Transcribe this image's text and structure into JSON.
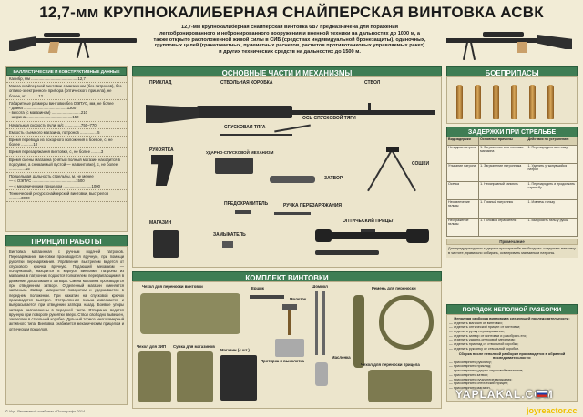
{
  "title": "12,7-мм КРУПНОКАЛИБЕРНАЯ СНАЙПЕРСКАЯ ВИНТОВКА АСВК",
  "intro": "12,7-мм крупнокалиберная снайперская винтовка 6В7 предназначена для поражения легкобронированного и небронированного вооружения и военной техники на дальностях до 1000 м, а также открыто расположенной живой силы в СИБ (средствах индивидуальной бронезащиты), одиночных, групповых целей (гранатометных, пулеметных расчетов, расчетов противотанковых управляемых ракет) и других технических средств на дальностях до 1500 м.",
  "specs": {
    "header": "БАЛЛИСТИЧЕСКИЕ И КОНСТРУКТИВНЫЕ ДАННЫЕ",
    "rows": [
      "Калибр, мм ...........................................12,7",
      "Масса снайперской винтовки с магазином (без патронов), без оптико-электронного прибора (оптического прицела), не более, кг ...........12",
      "Габаритные размеры винтовки без ОЭПУС, мм, не более\n- длина ........................................1300\n- высота (с магазином) ...........................210\n- ширина ..........................................150",
      "Начальная скорость пули, м/с ...............750–770",
      "Емкость съемного магазина, патронов ................5",
      "Время перевода из походного положения в боевое, с, не более ...........10",
      "Время перезаряжания винтовки, с, не более .........3",
      "Время смены магазина (снятый полный магазин находится в подсумке, а снимаемый пустой — на винтовке), с, не более ...............15",
      "Прицельная дальность стрельбы, м, не менее\n— с ОЭПУС ........................................1500\n— с механическим прицелом ..........................1000",
      "Технический ресурс снайперской винтовки, выстрелов ...........3000"
    ]
  },
  "principle": {
    "header": "ПРИНЦИП РАБОТЫ",
    "text": "Винтовка магазинная с ручным подачей патронов. Перезаряжание винтовки производится вручную, при помощи рукоятки перезаряжания. Управление выстрелом ведется от спускового крючка вручную. Подающий механизм — ползунковый, находится в корпусе винтовки. Патроны из магазина в патронник подаются толкателем, передвигающимся в движении досылающего затвора. Смена магазина производится при отведенном затворе. Отделенный магазин сменяется запасным. Затвор запирается поворотом и удерживается в переднем положении. При нажатии на спусковой крючок производится выстрел. Отстрелянная гильза извлекается и выбрасывается при отведении затвора назад. Боевые упоры затвора расположены в передней части. Отпирание ведется вручную при повороте рукоятки вверх. Ствол свободно вывешен, закреплен в ствольной коробке. Дульный тормоз многокамерный активного типа. Винтовка снабжается механическим прицелом и оптическим прицелом."
  },
  "parts": {
    "header": "ОСНОВНЫЕ ЧАСТИ И МЕХАНИЗМЫ",
    "labels": {
      "priklad": "ПРИКЛАД",
      "stvol_korobka": "СТВОЛЬНАЯ КОРОБКА",
      "stvol": "СТВОЛ",
      "spuskovaya_tyaga": "СПУСКОВАЯ ТЯГА",
      "os_kryuchka": "ОСЬ СПУСКОВОЙ ТЯГИ",
      "rukoyatka": "РУКОЯТКА",
      "udarno_spuskovoy": "УДАРНО-СПУСКОВОЙ МЕХАНИЗМ",
      "soshki": "СОШКИ",
      "zatvor": "ЗАТВОР",
      "predohranitel": "ПРЕДОХРАНИТЕЛЬ",
      "ruchka_perez": "РУЧКА ПЕРЕЗАРЯЖАНИЯ",
      "magazin": "МАГАЗИН",
      "zamykatel": "ЗАМЫКАТЕЛЬ",
      "opt_pricel": "ОПТИЧЕСКИЙ ПРИЦЕЛ"
    }
  },
  "ammo": {
    "header": "БОЕПРИПАСЫ"
  },
  "delays": {
    "header": "ЗАДЕРЖКИ ПРИ СТРЕЛЬБЕ",
    "columns": [
      "Вид задержки",
      "Основные причины",
      "Действия по устранению"
    ],
    "rows": [
      [
        "Неподача патрона",
        "1. Загрязнение или поломка магазина",
        "1. Перезарядить винтовку"
      ],
      [
        "Утыкание патрона",
        "1. Загрязнение патронника",
        "1. Удалить утыкнувшийся патрон"
      ],
      [
        "Осечка",
        "1. Неисправный капсюль",
        "1. Перезарядить и продолжать стрельбу"
      ],
      [
        "Неизвлечение гильзы",
        "1. Грязный патронник",
        "1. Извлечь гильзу"
      ],
      [
        "Неотражение гильзы",
        "1. Поломка отражателя",
        "1. Выбросить гильзу рукой"
      ]
    ],
    "note_title": "Примечание",
    "note": "Для предупреждения задержек при стрельбе необходимо: содержать винтовку в чистоте, правильно собирать, осматривать магазины и патроны."
  },
  "kit": {
    "header": "КОМПЛЕКТ ВИНТОВКИ",
    "labels": {
      "chehol": "Чехол для переноски винтовки",
      "ershik": "Ершик",
      "molotok": "Молоток",
      "shompol": "Шомпол",
      "remen": "Ремень для переноски",
      "maslenka": "Масленка",
      "protirka": "Протирка и выколотка",
      "chehol_zip": "Чехол для ЗИП",
      "sumka": "Сумка для магазинов",
      "magaziny": "Магазин (4 шт.)",
      "chehol_pricel": "Чехол для переноски прицела"
    }
  },
  "disassembly": {
    "header": "ПОРЯДОК НЕПОЛНОЙ РАЗБОРКИ",
    "sub1": "Неполная разборка винтовки в следующей последовательности:",
    "steps1": [
      "— отделить магазин от винтовки;",
      "— отделить оптический прицел от винтовки;",
      "— отделить ручку перезаряжания;",
      "— отделить затвор от винтовки и разобрать его;",
      "— отделить ударно-спусковой механизм;",
      "— отделить приклад от ствольной коробки;",
      "— отделить рукоятку от ствольной коробки."
    ],
    "sub2": "Сборка после неполной разборки производится в обратной последовательности:",
    "steps2": [
      "— присоединить рукоятку;",
      "— присоединить приклад;",
      "— присоединить ударно-спусковой механизм;",
      "— присоединить затвор;",
      "— присоединить ручку перезаряжания;",
      "— присоединить оптический прицел;",
      "— присоединить магазин."
    ]
  },
  "footer": "© Изд. Рекламный комбинат «Полиграф» 2014",
  "watermark": "YAPLAKAL.COM",
  "watermark2": "joyreactor.cc",
  "colors": {
    "bg": "#f2ecd6",
    "section_header": "#3f7d54",
    "panel": "#e6dfc4"
  }
}
